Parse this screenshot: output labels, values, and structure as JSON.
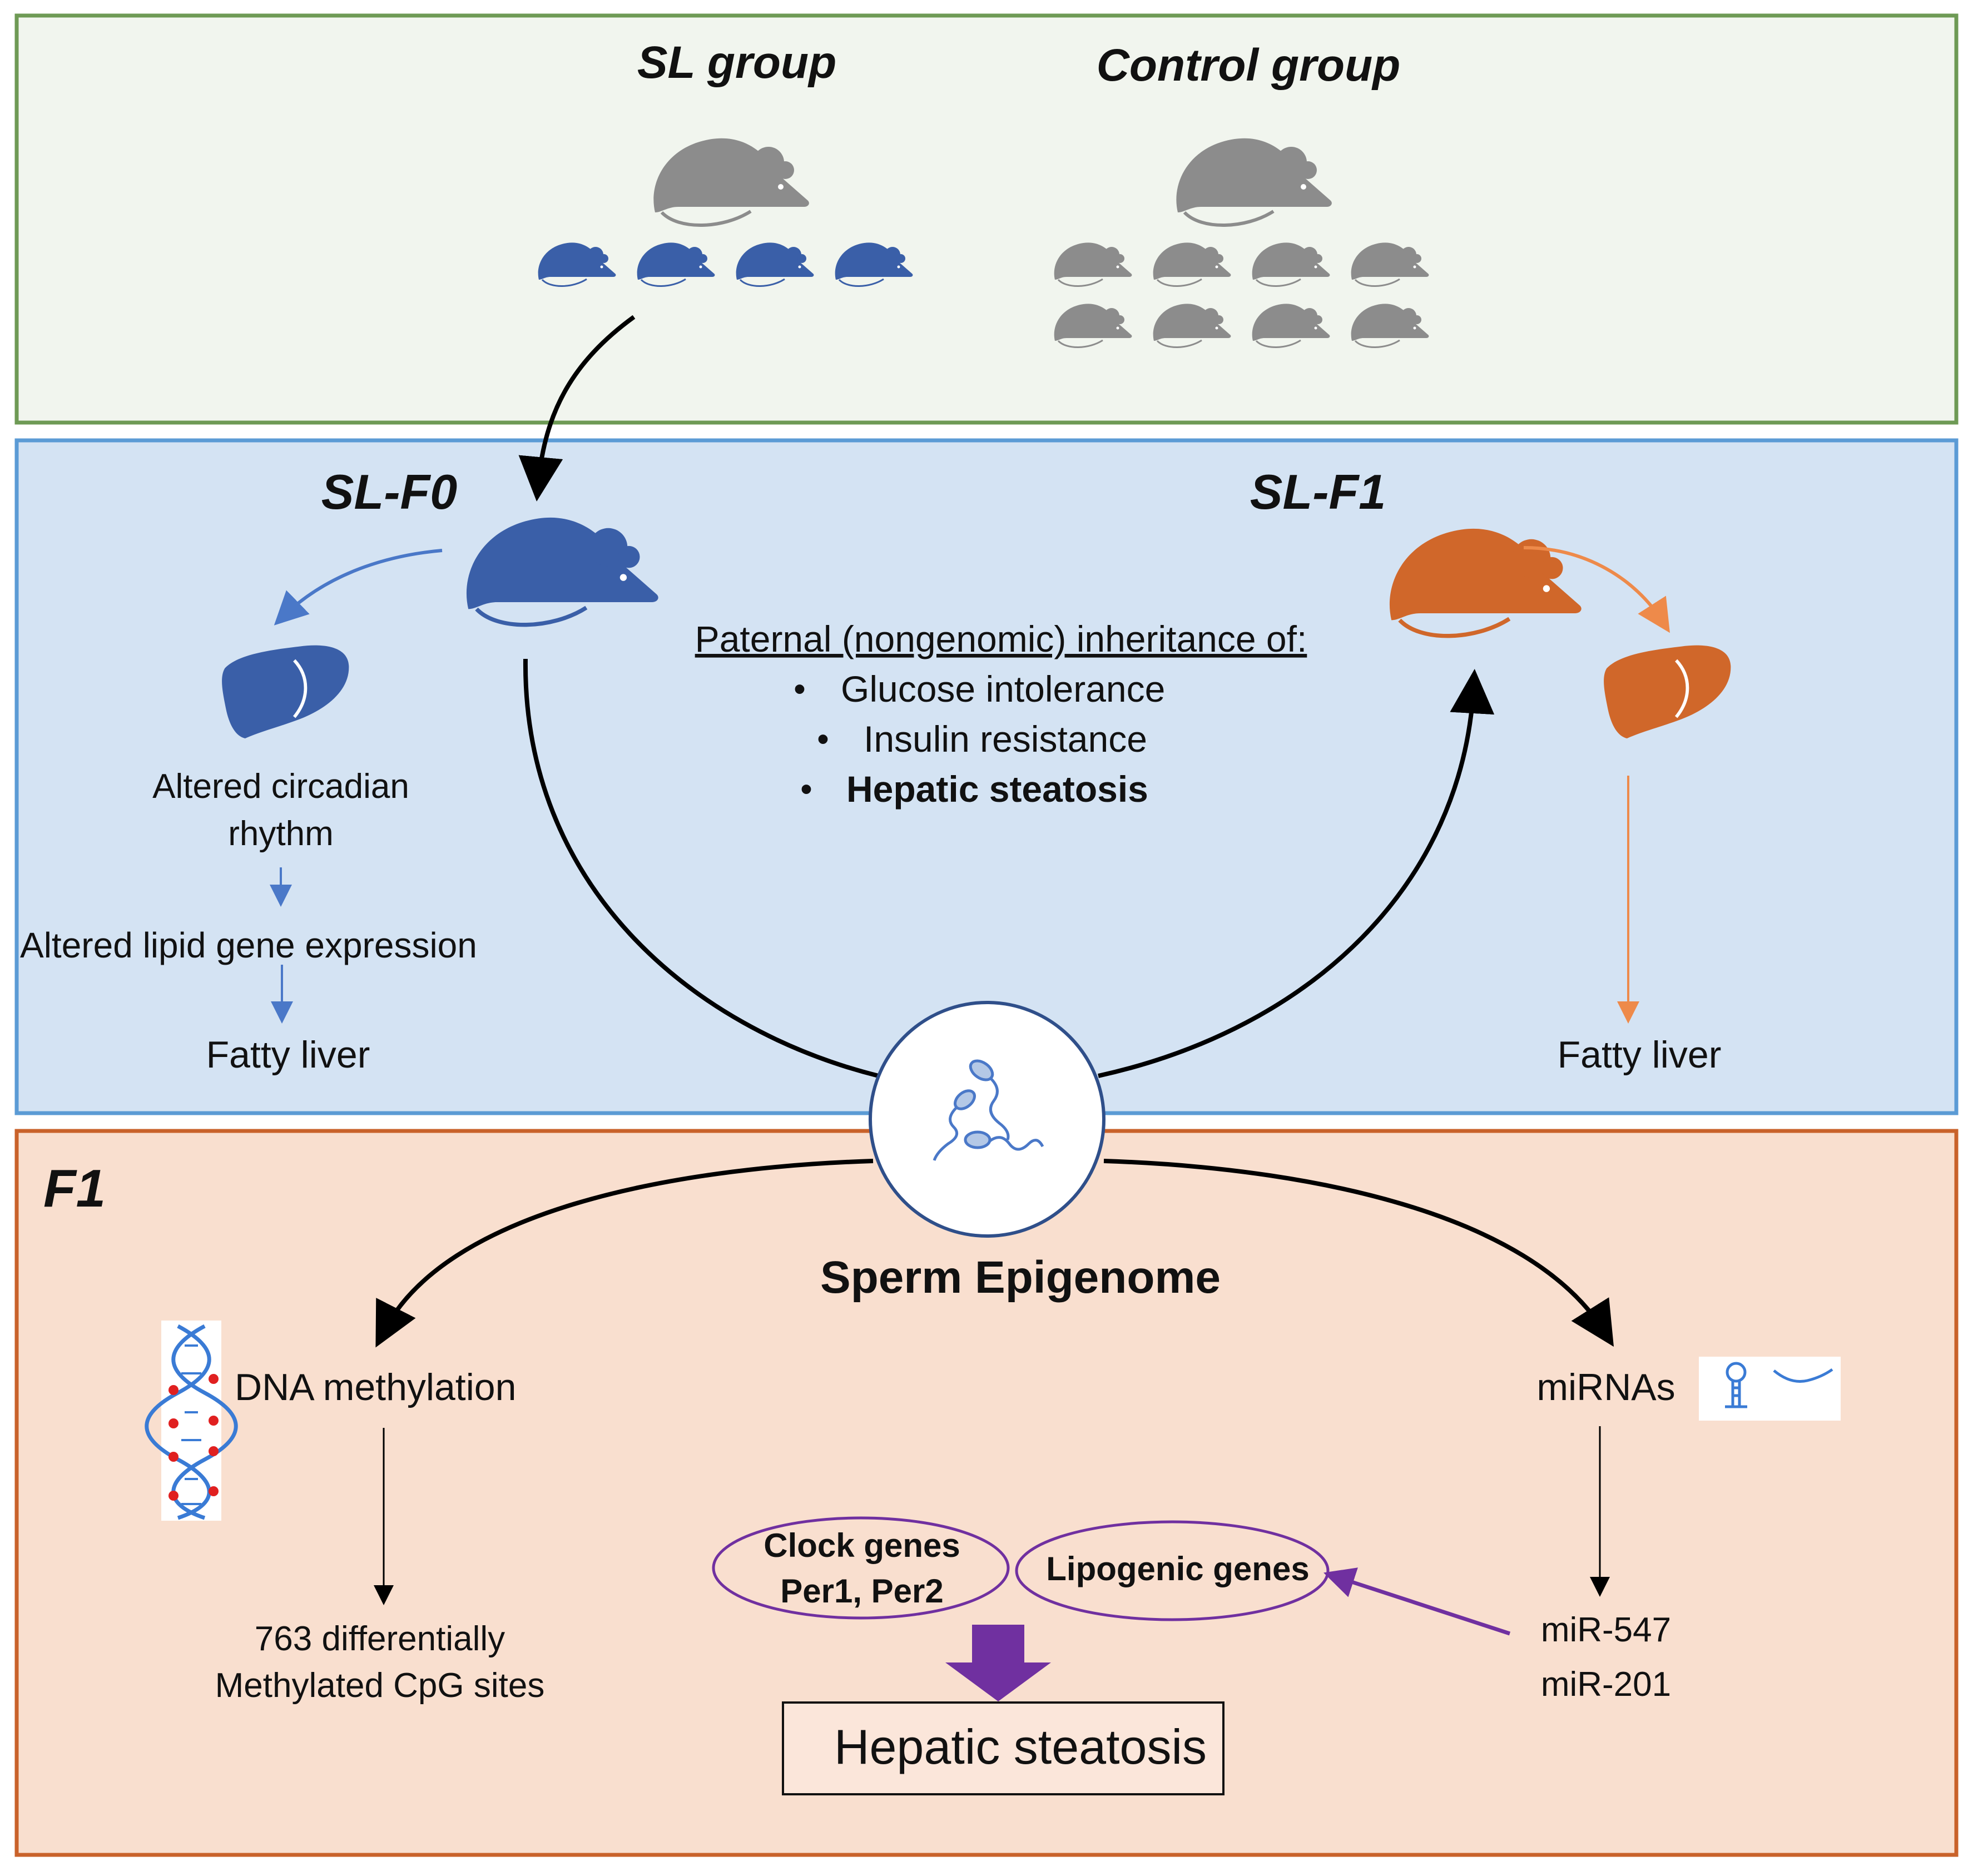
{
  "colors": {
    "green_panel_fill": "#f1f5ee",
    "green_panel_border": "#6e9a55",
    "blue_panel_fill": "#d4e3f3",
    "blue_panel_border": "#5b9bd5",
    "orange_panel_fill": "#f9dfcf",
    "orange_panel_border": "#c9622a",
    "mouse_gray": "#8c8c8c",
    "mouse_blue": "#3a5fa8",
    "mouse_orange": "#d0672a",
    "purple": "#7030a0",
    "arrow_blue": "#4a78c8",
    "arrow_orange": "#ee8a4a"
  },
  "top_panel": {
    "sl_group_label": "SL group",
    "control_group_label": "Control group"
  },
  "middle_panel": {
    "f0_label": "SL-F0",
    "f1_label": "SL-F1",
    "inheritance_heading": "Paternal (nongenomic) inheritance of:",
    "inheritance_items": [
      "Glucose intolerance",
      "Insulin resistance",
      "Hepatic steatosis"
    ],
    "bullet": "•",
    "f0_chain": {
      "circadian_line1": "Altered circadian",
      "circadian_line2": "rhythm",
      "lipid": "Altered lipid gene expression",
      "fatty_liver": "Fatty liver"
    },
    "f1_fatty_liver": "Fatty liver"
  },
  "bottom_panel": {
    "f1_label": "F1",
    "sperm_epigenome": "Sperm Epigenome",
    "dna_methylation": "DNA methylation",
    "cpg_line1": "763 differentially",
    "cpg_line2": "Methylated CpG sites",
    "mirnas": "miRNAs",
    "mir1": "miR-547",
    "mir2": "miR-201",
    "clock_line1": "Clock genes",
    "clock_line2": "Per1, Per2",
    "lipogenic": "Lipogenic genes",
    "hepatic_steatosis": "Hepatic steatosis"
  }
}
